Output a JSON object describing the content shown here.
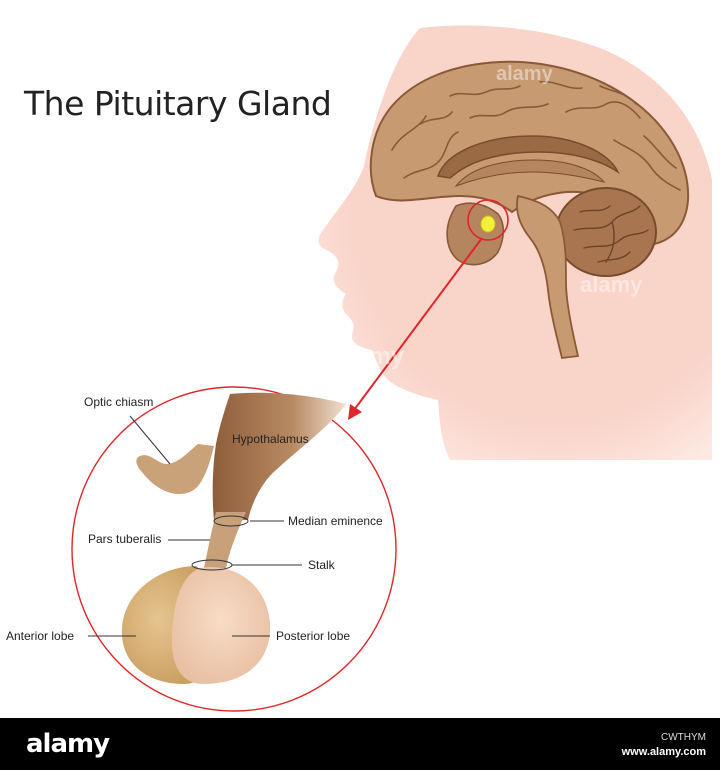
{
  "title": "The Pituitary Gland",
  "labels": {
    "optic_chiasm": "Optic chiasm",
    "hypothalamus": "Hypothalamus",
    "median_eminence": "Median eminence",
    "pars_tuberalis": "Pars tuberalis",
    "stalk": "Stalk",
    "anterior_lobe": "Anterior lobe",
    "posterior_lobe": "Posterior lobe"
  },
  "watermark": "alamy",
  "footer": {
    "logo": "alamy",
    "image_id": "CWTHYM",
    "site": "www.alamy.com"
  },
  "colors": {
    "skin": "#f9d6cc",
    "brain": "#c79a72",
    "brain_dark": "#8a5a37",
    "gland_anterior": "#d8b47d",
    "gland_posterior": "#f2cdb4",
    "pointer": "#e0262a",
    "highlight": "#f4ef3a"
  }
}
